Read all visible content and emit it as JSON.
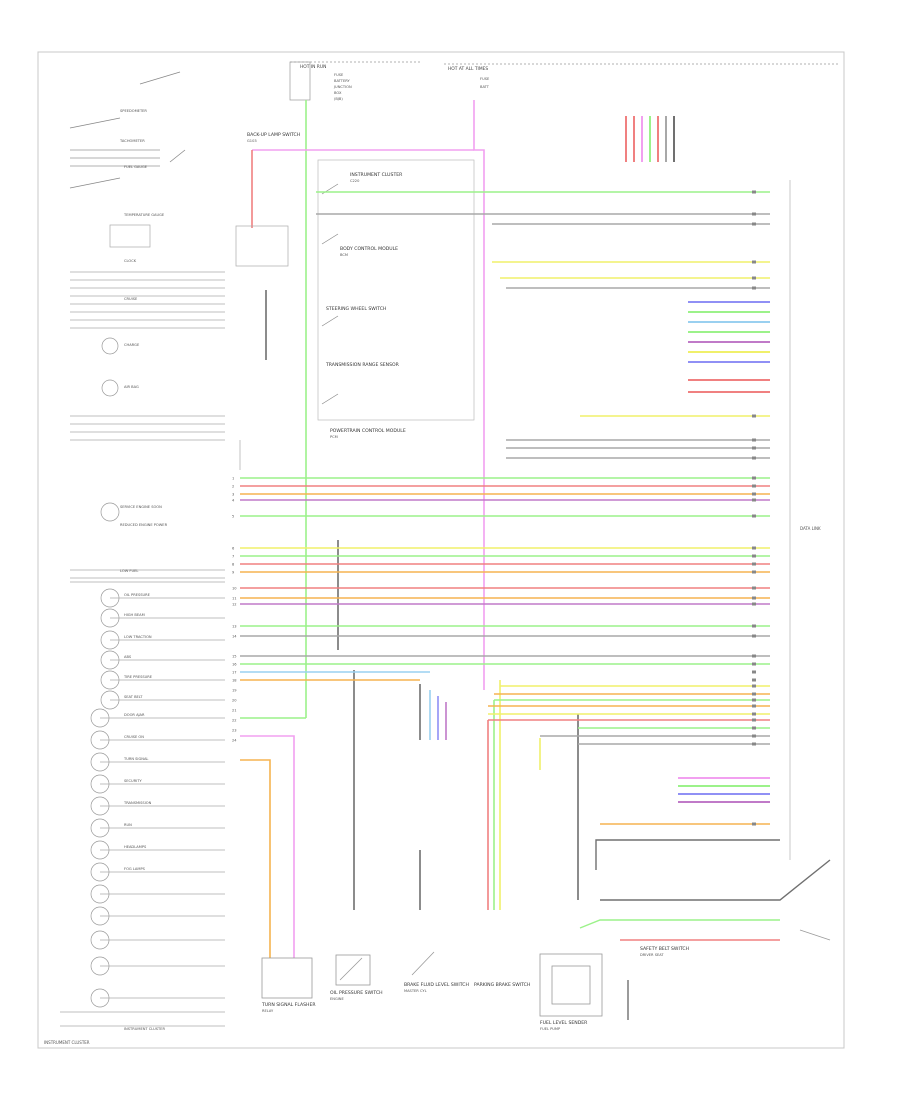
{
  "diagram": {
    "fuse_boxes": {
      "hot_in_run_left": {
        "title": "HOT IN RUN",
        "lines": [
          "FUSE",
          "BATTERY",
          "JUNCTION",
          "BOX",
          "(BJB)"
        ]
      },
      "hot_at_all_times": {
        "title": "HOT AT ALL TIMES",
        "lines": [
          "FUSE",
          "BATT"
        ]
      }
    },
    "left_indicators": [
      "SPEEDOMETER",
      "TACHOMETER",
      "FUEL GAUGE",
      "TEMPERATURE GAUGE",
      "CLOCK",
      "CRUISE",
      "CHARGE",
      "AIR BAG",
      "SERVICE ENGINE SOON",
      "REDUCED ENGINE POWER",
      "LOW FUEL",
      "OIL PRESSURE",
      "HIGH BEAM",
      "LOW TRACTION",
      "ABS",
      "TIRE PRESSURE",
      "SEAT BELT",
      "DOOR AJAR",
      "CRUISE ON",
      "TURN SIGNAL",
      "SECURITY",
      "TRANSMISSION",
      "RUN",
      "HEADLAMPS",
      "FOG LAMPS",
      "INSTRUMENT CLUSTER"
    ],
    "top_components": [
      {
        "name": "BACK-UP LAMP SWITCH",
        "sub": "G103"
      },
      {
        "name": "INSTRUMENT CLUSTER",
        "sub": "C220"
      },
      {
        "name": "BODY CONTROL MODULE",
        "sub": "BCM"
      },
      {
        "name": "STEERING WHEEL SWITCH",
        "sub": ""
      },
      {
        "name": "TRANSMISSION RANGE SENSOR",
        "sub": ""
      },
      {
        "name": "POWERTRAIN CONTROL MODULE",
        "sub": "PCM"
      }
    ],
    "center_pins": [
      "1",
      "2",
      "3",
      "4",
      "5",
      "6",
      "7",
      "8",
      "9",
      "10",
      "11",
      "12",
      "13",
      "14",
      "15",
      "16",
      "17",
      "18",
      "19",
      "20",
      "21",
      "22",
      "23",
      "24"
    ],
    "right_connector_label": "DATA LINK",
    "bottom_components": [
      {
        "name": "TURN SIGNAL FLASHER",
        "sub": "RELAY"
      },
      {
        "name": "OIL PRESSURE SWITCH",
        "sub": "ENGINE"
      },
      {
        "name": "BRAKE FLUID LEVEL SWITCH",
        "sub": "MASTER CYL"
      },
      {
        "name": "PARKING BRAKE SWITCH",
        "sub": ""
      },
      {
        "name": "FUEL LEVEL SENDER",
        "sub": "FUEL PUMP"
      },
      {
        "name": "SAFETY BELT SWITCH",
        "sub": "DRIVER SEAT"
      }
    ],
    "footer": "INSTRUMENT CLUSTER",
    "colors": {
      "pink": "#f2a0f0",
      "green": "#9cf28a",
      "red": "#f08080",
      "yellow": "#f0f06a",
      "orange": "#f5b450",
      "blue": "#9090f5",
      "purple": "#c07ac8",
      "ltblue": "#9ad0f0",
      "grey": "#a8a8a8",
      "black": "#707070"
    }
  }
}
